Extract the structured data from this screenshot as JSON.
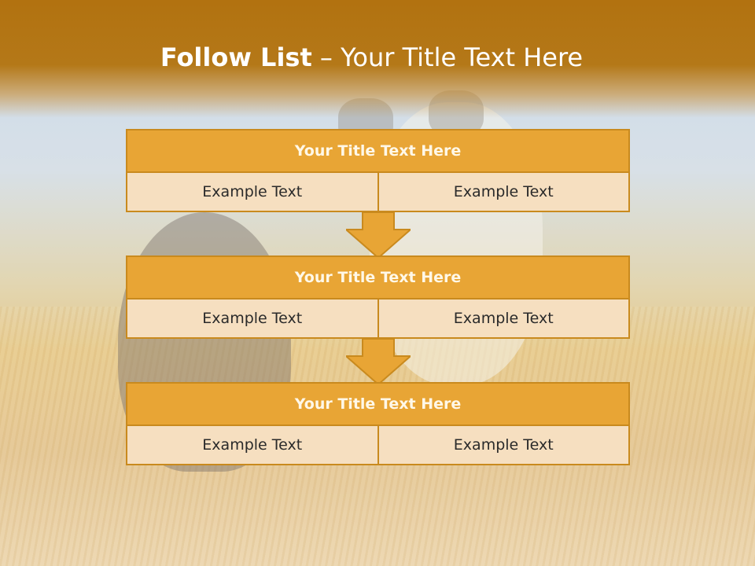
{
  "slide": {
    "title_bold": "Follow List",
    "title_rest": " – Your Title Text Here"
  },
  "blocks": [
    {
      "title": "Your Title Text Here",
      "cells": [
        "Example Text",
        "Example Text"
      ]
    },
    {
      "title": "Your Title Text Here",
      "cells": [
        "Example Text",
        "Example Text"
      ]
    },
    {
      "title": "Your Title Text Here",
      "cells": [
        "Example Text",
        "Example Text"
      ]
    }
  ],
  "colors": {
    "header": "#b47818",
    "block_title_fill": "#e8a535",
    "cell_fill": "#f6dfc0",
    "border": "#c98a1e"
  }
}
